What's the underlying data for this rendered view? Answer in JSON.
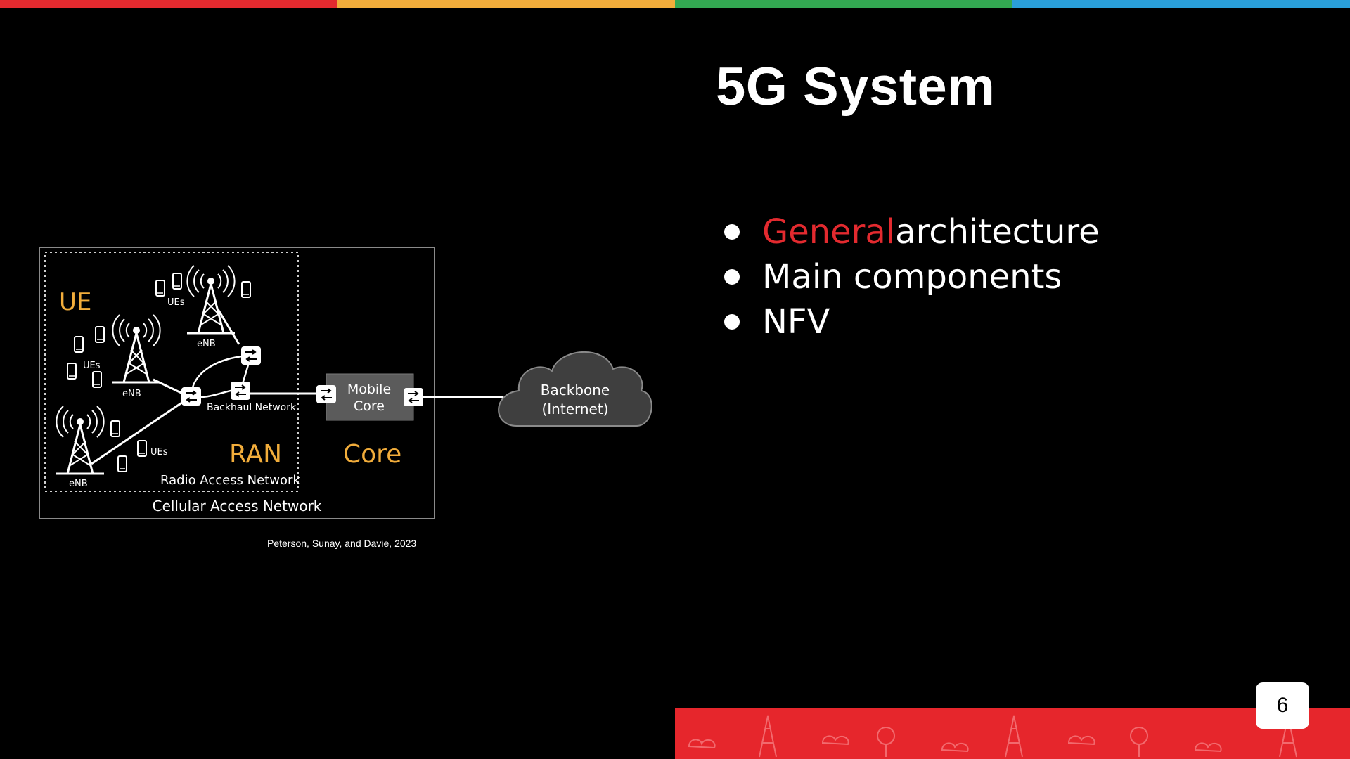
{
  "slide": {
    "title": "5G System",
    "page_number": "6",
    "citation": "Peterson, Sunay, and Davie, 2023"
  },
  "bullets": [
    {
      "highlight": "General",
      "rest": " architecture"
    },
    {
      "highlight": "",
      "rest": "Main components"
    },
    {
      "highlight": "",
      "rest": "NFV"
    }
  ],
  "diagram": {
    "ue_label": "UE",
    "ran_label": "RAN",
    "core_label": "Core",
    "ues_label": "UEs",
    "enb_label": "eNB",
    "backhaul_label": "Backhaul Network",
    "ran_full": "Radio Access Network",
    "cellular_label": "Cellular Access Network",
    "mobile_core_line1": "Mobile",
    "mobile_core_line2": "Core",
    "backbone_line1": "Backbone",
    "backbone_line2": "(Internet)"
  },
  "colors": {
    "accent_red": "#e32a2f",
    "accent_orange": "#f2ad3b",
    "accent_green": "#33a852",
    "accent_blue": "#2a9fd9"
  }
}
